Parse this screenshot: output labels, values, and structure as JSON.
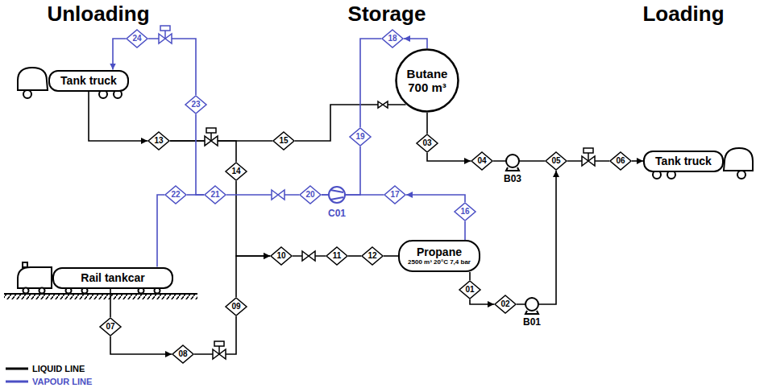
{
  "diagram": {
    "nodes": [
      {
        "text": [
          "Tank truck"
        ]
      },
      {
        "text": [
          "Butane",
          "700 m³"
        ]
      },
      {
        "text": [
          "Tank truck"
        ]
      },
      {
        "text": [
          "Propane",
          "2500 m³ 20°C 7,4 bar"
        ]
      },
      {
        "text": [
          "Rail tankcar"
        ]
      },
      {
        "text": [
          "01"
        ]
      },
      {
        "text": [
          "02"
        ]
      },
      {
        "text": [
          "03"
        ]
      },
      {
        "text": [
          "04"
        ]
      },
      {
        "text": [
          "05"
        ]
      },
      {
        "text": [
          "06"
        ]
      },
      {
        "text": [
          "07"
        ]
      },
      {
        "text": [
          "08"
        ]
      },
      {
        "text": [
          "09"
        ]
      },
      {
        "text": [
          "10"
        ]
      },
      {
        "text": [
          "11"
        ]
      },
      {
        "text": [
          "12"
        ]
      },
      {
        "text": [
          "13"
        ]
      },
      {
        "text": [
          "14"
        ]
      },
      {
        "text": [
          "15"
        ]
      },
      {
        "text": [
          "16"
        ]
      },
      {
        "text": [
          "17"
        ]
      },
      {
        "text": [
          "18"
        ]
      },
      {
        "text": [
          "19"
        ]
      },
      {
        "text": [
          "20"
        ]
      },
      {
        "text": [
          "21"
        ]
      },
      {
        "text": [
          "22"
        ]
      },
      {
        "text": [
          "23"
        ]
      },
      {
        "text": [
          "24"
        ]
      }
    ],
    "edges": [
      {
        "from": 0,
        "to": 17,
        "arrow": "to"
      },
      {
        "from": 17,
        "to": 19,
        "arrow": "none"
      },
      {
        "from": 17,
        "to": 18,
        "arrow": "none"
      },
      {
        "from": 19,
        "to": 1,
        "arrow": "none"
      },
      {
        "from": 18,
        "to": 14,
        "arrow": "to"
      },
      {
        "from": 4,
        "to": 11,
        "arrow": "none"
      },
      {
        "from": 11,
        "to": 12,
        "arrow": "to"
      },
      {
        "from": 12,
        "to": 13,
        "arrow": "none"
      },
      {
        "from": 13,
        "to": 14,
        "arrow": "to"
      },
      {
        "from": 14,
        "to": 15,
        "arrow": "none"
      },
      {
        "from": 15,
        "to": 16,
        "arrow": "none"
      },
      {
        "from": 16,
        "to": 3,
        "arrow": "none"
      },
      {
        "from": 1,
        "to": 7,
        "arrow": "none"
      },
      {
        "from": 7,
        "to": 8,
        "arrow": "to"
      },
      {
        "from": 8,
        "to": 9,
        "arrow": "none"
      },
      {
        "from": 9,
        "to": 10,
        "arrow": "none"
      },
      {
        "from": 10,
        "to": 2,
        "arrow": "to"
      },
      {
        "from": 3,
        "to": 5,
        "arrow": "none"
      },
      {
        "from": 5,
        "to": 6,
        "arrow": "to"
      },
      {
        "from": 6,
        "to": 9,
        "arrow": "to"
      },
      {
        "from": 3,
        "to": 20,
        "arrow": "none"
      },
      {
        "from": 20,
        "to": 21,
        "arrow": "to"
      },
      {
        "from": 21,
        "to": 24,
        "arrow": "none"
      },
      {
        "from": 1,
        "to": 22,
        "arrow": "to"
      },
      {
        "from": 22,
        "to": 23,
        "arrow": "none"
      },
      {
        "from": 23,
        "to": 24,
        "arrow": "none"
      },
      {
        "from": 24,
        "to": 25,
        "arrow": "none"
      },
      {
        "from": 25,
        "to": 26,
        "arrow": "none"
      },
      {
        "from": 25,
        "to": 27,
        "arrow": "none"
      },
      {
        "from": 26,
        "to": 4,
        "arrow": "none"
      },
      {
        "from": 27,
        "to": 28,
        "arrow": "none"
      },
      {
        "from": 28,
        "to": 0,
        "arrow": "to"
      }
    ],
    "labels": [
      "Unloading",
      "Storage",
      "Loading",
      "B03",
      "B01",
      "C01"
    ],
    "legend": [
      {
        "text": "LIQUID LINE"
      },
      {
        "text": "VAPOUR LINE"
      }
    ]
  }
}
